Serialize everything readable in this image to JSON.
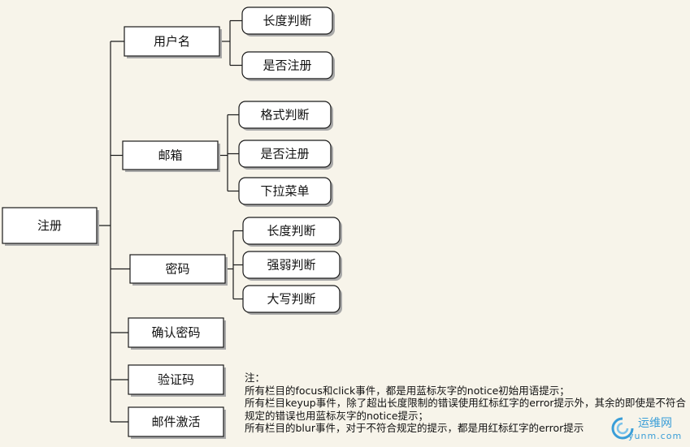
{
  "root": "注册",
  "branches": [
    {
      "label": "用户名",
      "children": [
        "长度判断",
        "是否注册"
      ]
    },
    {
      "label": "邮箱",
      "children": [
        "格式判断",
        "是否注册",
        "下拉菜单"
      ]
    },
    {
      "label": "密码",
      "children": [
        "长度判断",
        "强弱判断",
        "大写判断"
      ]
    },
    {
      "label": "确认密码",
      "children": []
    },
    {
      "label": "验证码",
      "children": []
    },
    {
      "label": "邮件激活",
      "children": []
    }
  ],
  "note": {
    "title": "注：",
    "lines": [
      "所有栏目的focus和click事件，都是用蓝标灰字的notice初始用语提示；",
      "所有栏目keyup事件，除了超出长度限制的错误使用红标红字的error提示外，其余的即使是不符合规定的错误也用蓝标灰字的notice提示；",
      "所有栏目的blur事件，对于不符合规定的提示，都是用红标红字的error提示"
    ]
  },
  "watermark": {
    "logo_text": "运维网",
    "sub_text": "yunm.com",
    "color": "#3a9ed8"
  }
}
